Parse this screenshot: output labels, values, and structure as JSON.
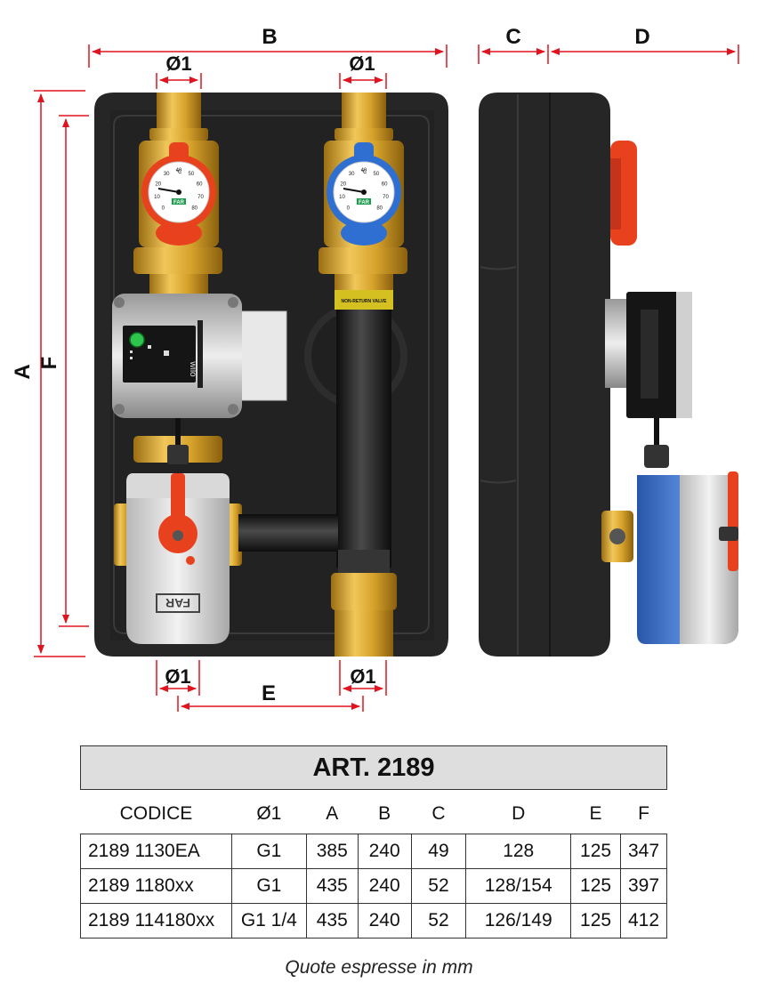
{
  "dimensions": {
    "A": "A",
    "B": "B",
    "C": "C",
    "D": "D",
    "E": "E",
    "F": "F",
    "phi": "Ø1"
  },
  "thermometer": {
    "scale": [
      "0",
      "10",
      "20",
      "30",
      "40",
      "50",
      "60",
      "70",
      "80"
    ],
    "unit": "°C",
    "brand": "FAR"
  },
  "labels": {
    "valve_tag": "NON-RETURN VALVE",
    "pump_brand": "wilo",
    "mixer_brand": "FAR"
  },
  "colors": {
    "insulation": "#262626",
    "brass": "#d4a22a",
    "dimension_red": "#e0141e",
    "hot_handle": "#e8411e",
    "cold_handle": "#2f6fd1",
    "actuator_blue": "#3c70c6"
  },
  "table": {
    "title": "ART. 2189",
    "headers": [
      "CODICE",
      "Ø1",
      "A",
      "B",
      "C",
      "D",
      "E",
      "F"
    ],
    "rows": [
      [
        "2189 1130EA",
        "G1",
        "385",
        "240",
        "49",
        "128",
        "125",
        "347"
      ],
      [
        "2189 1180xx",
        "G1",
        "435",
        "240",
        "52",
        "128/154",
        "125",
        "397"
      ],
      [
        "2189 114180xx",
        "G1 1/4",
        "435",
        "240",
        "52",
        "126/149",
        "125",
        "412"
      ]
    ]
  },
  "note": "Quote espresse in mm"
}
